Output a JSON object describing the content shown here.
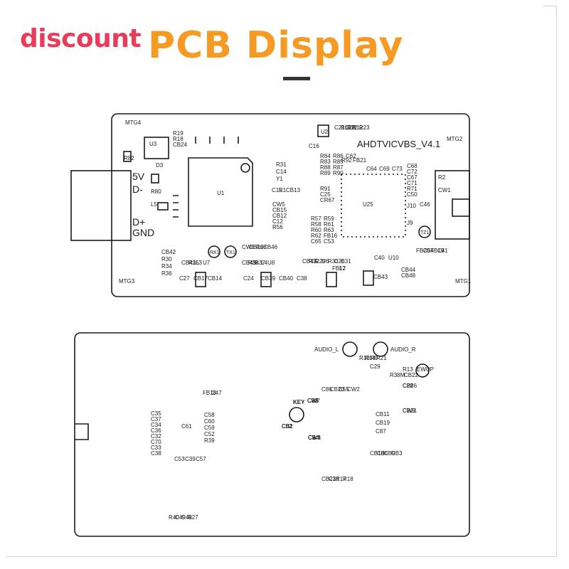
{
  "colors": {
    "accent": "#e83c5a",
    "title": "#f59a23",
    "line": "#1a1a1a"
  },
  "badge": "discount",
  "title": "PCB Display",
  "board_top": {
    "model": "AHDTVICVBS_V4.1",
    "mtg": [
      "MTG4",
      "MTG2",
      "MTG3",
      "MTG1"
    ],
    "pins": [
      "5V",
      "D-",
      "D+",
      "GND"
    ],
    "chips": [
      "U1",
      "U25"
    ],
    "leds": [
      "RX1",
      "TX1",
      "TZ1"
    ],
    "labels": [
      "R19",
      "R18",
      "CB24",
      "U3",
      "R82",
      "D3",
      "R80",
      "L5",
      "U2",
      "C21C20",
      "R11 R12",
      "R22 R23",
      "C16",
      "R84",
      "R86",
      "R83",
      "R85",
      "R88",
      "R87",
      "R89",
      "R90",
      "R91",
      "C25",
      "CR67",
      "R92",
      "FB21",
      "C62",
      "C64",
      "C69",
      "C73",
      "C68",
      "C72",
      "C67",
      "C71",
      "R71",
      "C50",
      "C46",
      "J10",
      "J9",
      "R2",
      "CW1",
      "R31",
      "C14",
      "Y1",
      "C15",
      "R1",
      "CB13",
      "CW5",
      "CB15",
      "CB12",
      "C12",
      "R56",
      "R57",
      "R59",
      "R58",
      "R61",
      "R60",
      "R63",
      "R62",
      "FB16",
      "C65",
      "C53",
      "FB20",
      "C54",
      "FB19",
      "C41",
      "C40",
      "U10",
      "CB44",
      "CB48",
      "CB43",
      "CB42",
      "R30",
      "R34",
      "R36",
      "CB41",
      "R35",
      "L3",
      "U7",
      "C27",
      "CB17",
      "CB14",
      "CW6",
      "CB16",
      "R28",
      "CB46",
      "CB45",
      "R38",
      "R37",
      "L4",
      "U8",
      "C24",
      "CB39",
      "CB40",
      "C38",
      "CB47",
      "R32",
      "R29",
      "U6",
      "R33",
      "C26",
      "C31",
      "FB17",
      "L2"
    ]
  },
  "board_bottom": {
    "audio": [
      "AUDIO_L",
      "AUDIO_R"
    ],
    "key": "KEY",
    "labels": [
      "R10",
      "R14",
      "R9",
      "R21",
      "C29",
      "R13",
      "EWUP",
      "R3",
      "8M",
      "CB22",
      "CB26",
      "C28",
      "CB21",
      "CW9",
      "CB11",
      "CB19",
      "C87",
      "CB18",
      "CB5",
      "CB9",
      "CB3",
      "C86",
      "CB20",
      "C55",
      "CW2",
      "CB8",
      "C83",
      "CW7",
      "CB1",
      "C82",
      "CB2",
      "C3",
      "CW3",
      "CB4",
      "CW4",
      "CB23",
      "C18",
      "R17",
      "R18",
      "FB18",
      "C47",
      "C35",
      "C37",
      "C34",
      "C36",
      "C32",
      "C70",
      "C33",
      "C38",
      "C53",
      "C39",
      "C57",
      "C61",
      "C58",
      "C60",
      "C59",
      "C52",
      "R39",
      "R40",
      "C49",
      "C48",
      "R27"
    ]
  }
}
